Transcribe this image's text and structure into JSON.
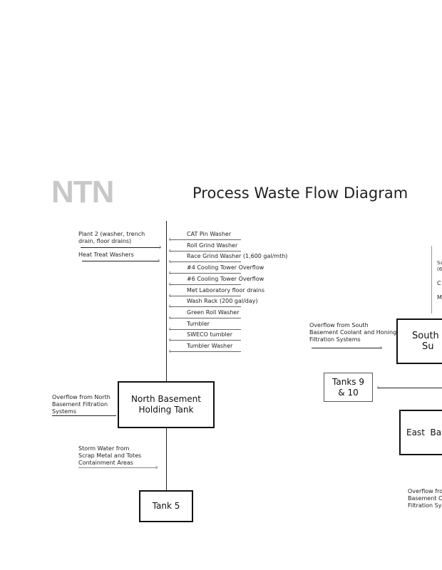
{
  "logo": {
    "text": "NTN"
  },
  "title": "Process Waste Flow Diagram",
  "left_inputs": [
    {
      "label": "Plant 2 (washer, trench drain, floor drains)",
      "line1": "Plant 2 (washer, trench",
      "line2": "drain, floor drains)"
    },
    {
      "label": "Heat Treat Washers"
    }
  ],
  "right_inputs": [
    "CAT Pin Washer",
    "Roll Grind Washer",
    "Race Grind Washer (1,600 gal/mth)",
    "#4 Cooling Tower Overflow",
    "#6 Cooling Tower Overflow",
    "Met Laboratory floor drains",
    "Wash Rack (200 gal/day)",
    "Green Roll Washer",
    "Tumbler",
    "SWECO tumbler",
    "Tumbler Washer"
  ],
  "north_overflow": [
    "Overflow from North",
    "Basement Filtration",
    "Systems"
  ],
  "north_box": [
    "North Basement",
    "Holding Tank"
  ],
  "storm_water": [
    "Storm Water from",
    "Scrap Metal and Totes",
    "Containment Areas"
  ],
  "tank5": "Tank 5",
  "south_overflow": [
    "Overflow from South",
    "Basement Coolant and Honing",
    "Filtration Systems"
  ],
  "south_box": [
    "South B",
    "Su"
  ],
  "tanks9": [
    "Tanks 9",
    "& 10"
  ],
  "east_box": "East  Base",
  "east_overflow": [
    "Overflow fron",
    "Basement Co",
    "Filtration Syst"
  ],
  "partial_labels": [
    "Sa",
    "(6",
    "C",
    "M"
  ]
}
